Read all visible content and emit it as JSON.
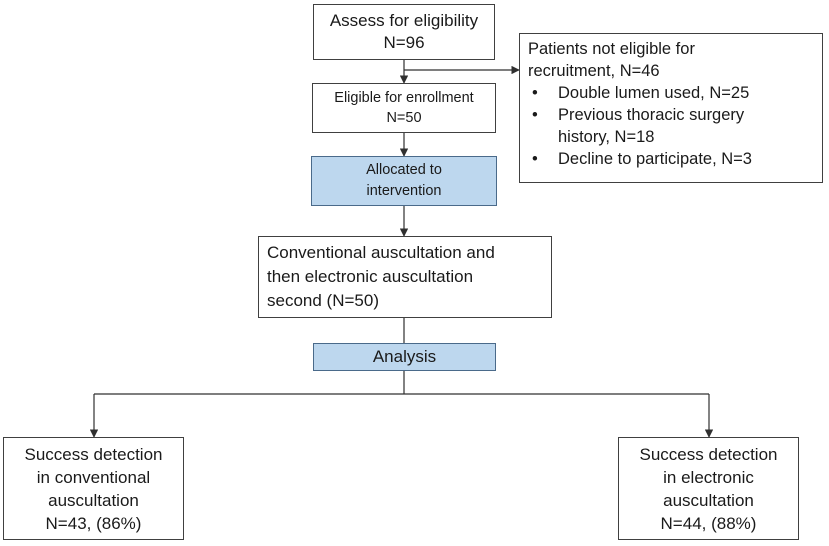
{
  "assess": {
    "line1": "Assess for eligibility",
    "line2": "N=96"
  },
  "excluded": {
    "title1": "Patients not eligible for",
    "title2": "recruitment, N=46",
    "bullet": "•",
    "items": [
      {
        "line1": "Double lumen used, N=25"
      },
      {
        "line1": "Previous thoracic surgery",
        "line2": "history, N=18"
      },
      {
        "line1": "Decline to participate, N=3"
      }
    ]
  },
  "eligible": {
    "line1": "Eligible for enrollment",
    "line2": "N=50"
  },
  "allocated": {
    "line1": "Allocated to",
    "line2": "intervention"
  },
  "conventional": {
    "line1": "Conventional auscultation and",
    "line2": "then electronic auscultation",
    "line3": "second (N=50)"
  },
  "analysis": {
    "label": "Analysis"
  },
  "success_conventional": {
    "line1": "Success detection",
    "line2": "in conventional",
    "line3": "auscultation",
    "line4": "N=43, (86%)"
  },
  "success_electronic": {
    "line1": "Success detection",
    "line2": "in electronic",
    "line3": "auscultation",
    "line4": "N=44, (88%)"
  },
  "colors": {
    "highlight_fill": "#bdd7ee",
    "border": "#404040",
    "arrow": "#303030"
  }
}
